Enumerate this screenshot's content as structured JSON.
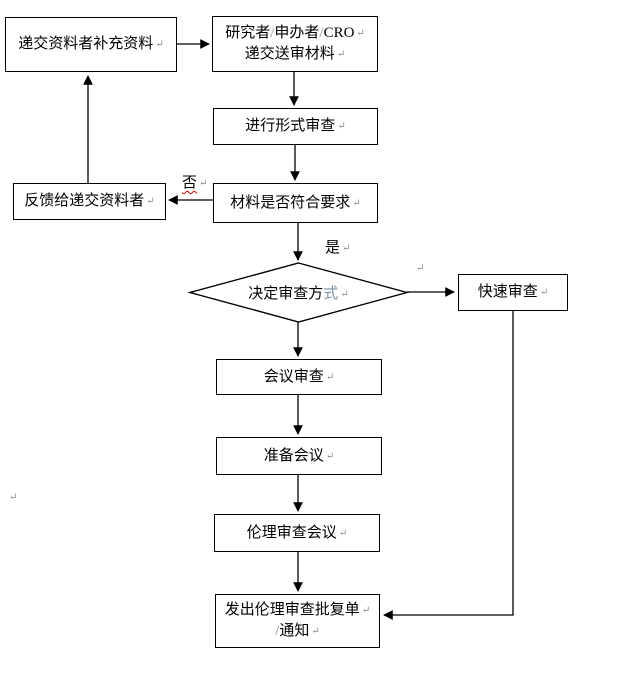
{
  "colors": {
    "background": "#ffffff",
    "line": "#000000",
    "box_border": "#000000",
    "text": "#000000",
    "return_mark": "#8f8f8f",
    "slash": "#8c8c8c",
    "faded_char": "#7d93a6",
    "spell_wave": "#d40000"
  },
  "marks": {
    "return": "↵"
  },
  "edge_labels": {
    "no": "否",
    "yes": "是"
  },
  "nodes": {
    "supplement": {
      "label": "递交资料者补充资料"
    },
    "submit": {
      "p1": "研究者",
      "s1": "/",
      "p2": "申办者",
      "s2": "/",
      "p3": "CRO",
      "line2": "递交送审材料"
    },
    "formal": {
      "label": "进行形式审查"
    },
    "check": {
      "label": "材料是否符合要求"
    },
    "feedback": {
      "label": "反馈给递交资料者"
    },
    "decision": {
      "main": "决定审查方",
      "last": "式"
    },
    "quick": {
      "label": "快速审查"
    },
    "meeting": {
      "label": "会议审查"
    },
    "prepare": {
      "label": "准备会议"
    },
    "ethics": {
      "label": "伦理审查会议"
    },
    "issue": {
      "line1": "发出伦理审查批复单",
      "slash": "/",
      "line2": "通知"
    }
  }
}
